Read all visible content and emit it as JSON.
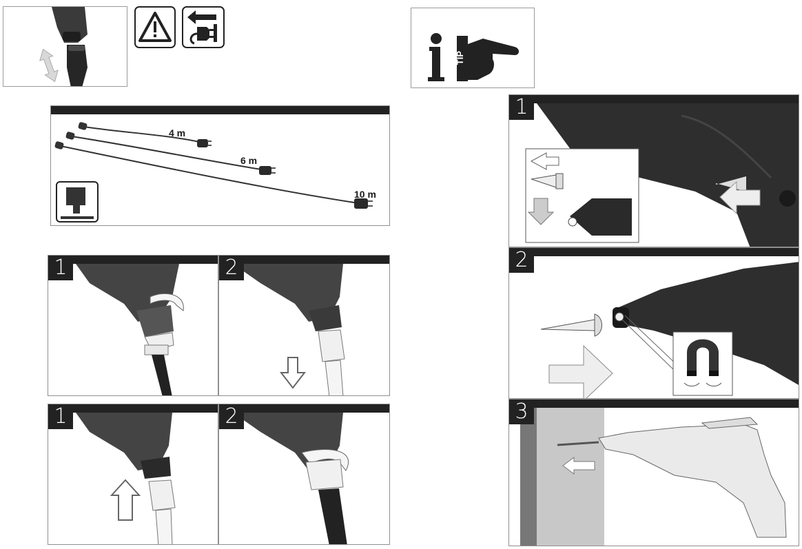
{
  "left_page": {
    "cable_panel": {
      "labels": [
        "4 m",
        "6 m",
        "10 m"
      ]
    },
    "connect_steps": [
      "1",
      "2"
    ],
    "disconnect_steps": [
      "1",
      "2"
    ]
  },
  "right_page": {
    "tip_panel": {
      "tip_text": "TIP"
    },
    "steps": [
      "1",
      "2",
      "3"
    ]
  },
  "colors": {
    "bar": "#222222",
    "frame": "#9a9a9a",
    "tool": "#2e2e2e",
    "tool_light": "#e8e8e8"
  },
  "icons": [
    "warning-icon",
    "unplug-icon",
    "info-icon",
    "pointing-hand-icon",
    "magnet-icon",
    "arrow-icon",
    "screw-icon",
    "screwdriver-icon"
  ]
}
